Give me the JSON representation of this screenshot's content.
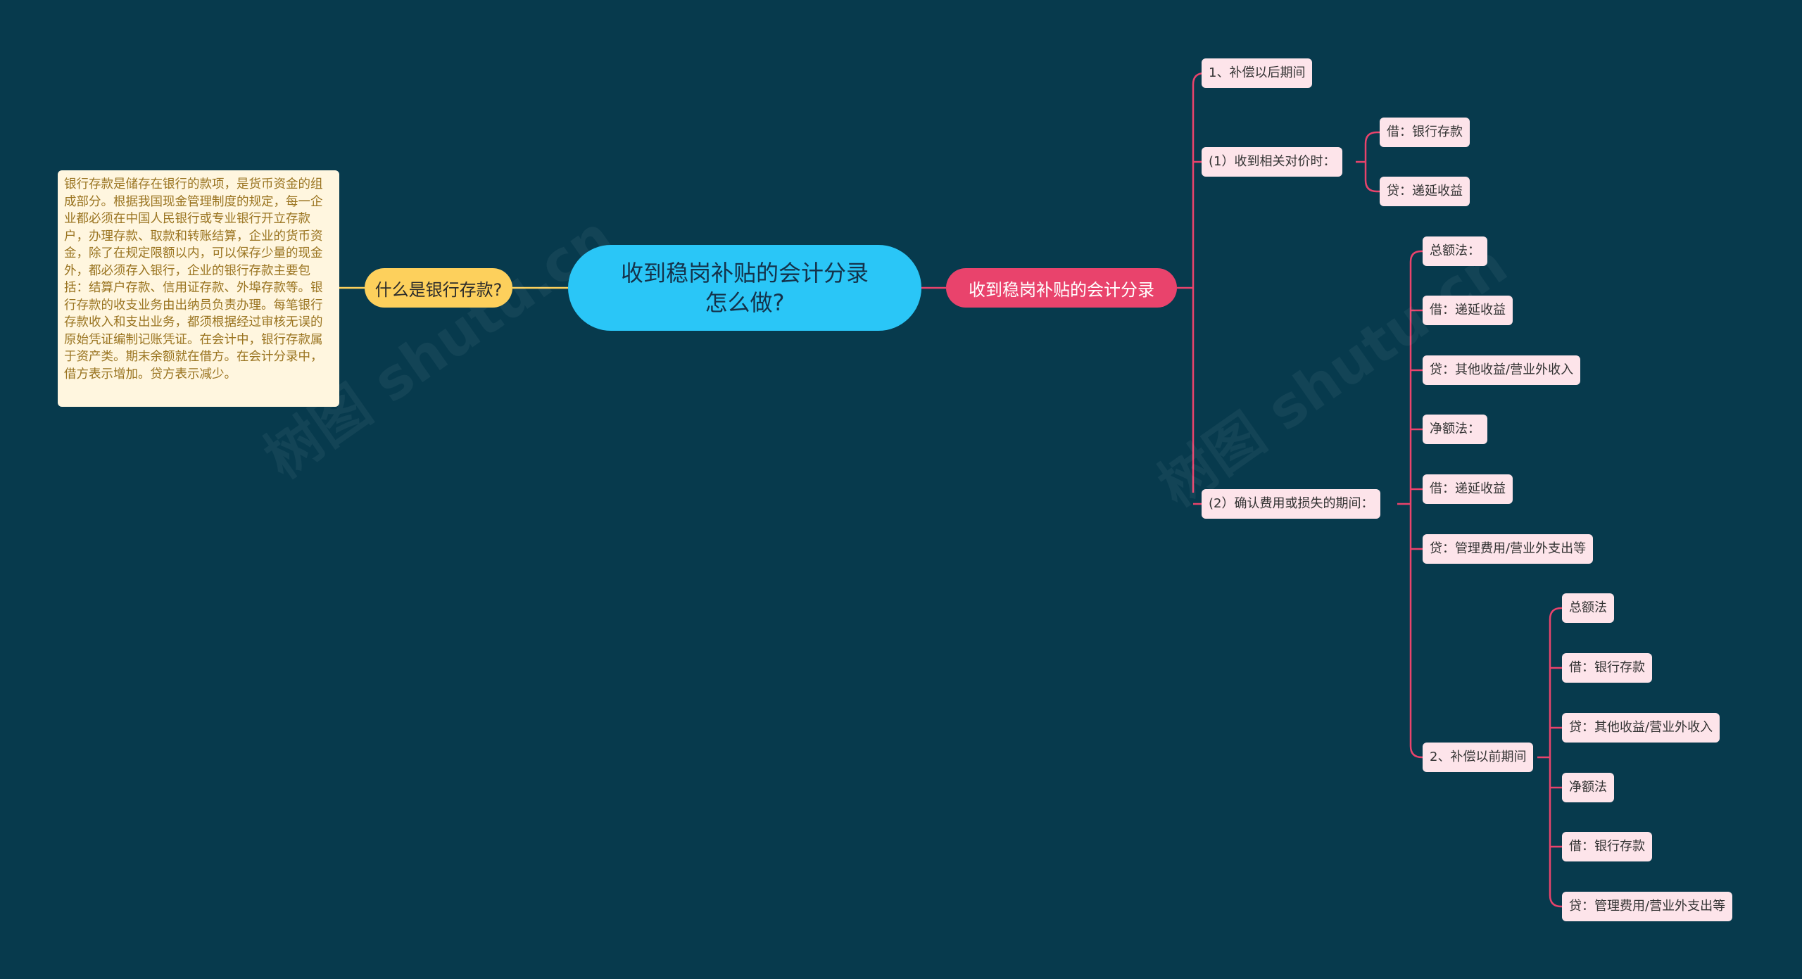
{
  "root": {
    "line1": "收到稳岗补贴的会计分录",
    "line2": "怎么做?"
  },
  "left_branch": {
    "label": "什么是银行存款?",
    "note": "银行存款是储存在银行的款项，是货币资金的组成部分。根据我国现金管理制度的规定，每一企业都必须在中国人民银行或专业银行开立存款户，办理存款、取款和转账结算，企业的货币资金，除了在规定限额以内，可以保存少量的现金外，都必须存入银行，企业的银行存款主要包括：结算户存款、信用证存款、外埠存款等。银行存款的收支业务由出纳员负责办理。每笔银行存款收入和支出业务，都须根据经过审核无误的原始凭证编制记账凭证。在会计中，银行存款属于资产类。期末余额就在借方。在会计分录中，借方表示增加。贷方表示减少。"
  },
  "right_branch": {
    "label": "收到稳岗补贴的会计分录",
    "period_after": "1、补偿以后期间",
    "receive": {
      "label": "(1）收到相关对价时：",
      "debit": "借：银行存款",
      "credit": "贷：递延收益"
    },
    "confirm": {
      "label": "(2）确认费用或损失的期间：",
      "items": [
        "总额法：",
        "借：递延收益",
        "贷：其他收益/营业外收入",
        "净额法：",
        "借：递延收益",
        "贷：管理费用/营业外支出等"
      ]
    },
    "period_before": {
      "label": "2、补偿以前期间",
      "items": [
        "总额法",
        "借：银行存款",
        "贷：其他收益/营业外收入",
        "净额法",
        "借：银行存款",
        "贷：管理费用/营业外支出等"
      ]
    }
  },
  "colors": {
    "background": "#073a4d",
    "root": "#2ac6f7",
    "right_main": "#e9436c",
    "left_main": "#fdd05c",
    "leaf": "#fde4ea",
    "connector_right": "#e9436c",
    "connector_left": "#fdd05c"
  }
}
